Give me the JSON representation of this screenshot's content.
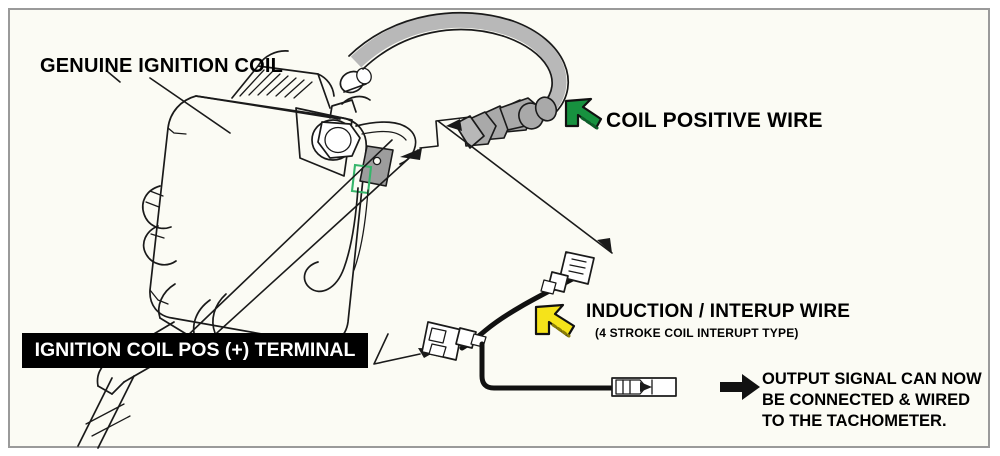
{
  "diagram": {
    "title": "Ignition coil tachometer wiring diagram",
    "background_color": "#fbfbf4",
    "border_color": "#9a9a9a",
    "labels": {
      "coil": "GENUINE IGNITION COIL",
      "positive_wire": "COIL POSITIVE WIRE",
      "induction_wire": "INDUCTION / INTERUP WIRE",
      "induction_sub": "(4 STROKE COIL INTERUPT TYPE)",
      "terminal_banner": "IGNITION COIL POS (+) TERMINAL",
      "output_line1": "OUTPUT SIGNAL CAN NOW",
      "output_line2": "BE CONNECTED & WIRED",
      "output_line3": "TO THE TACHOMETER."
    },
    "arrows": {
      "positive_wire_arrow_color": "#17913f",
      "induction_arrow_color": "#f5e31a",
      "output_arrow_color": "#000000"
    },
    "colors": {
      "ht_lead_grey": "#b8b8b8",
      "plug_cap_grey": "#a9a9a9",
      "terminal_tab_grey": "#9d9d9d",
      "highlight_green": "#35b56a",
      "line_black": "#1a1a1a",
      "banner_background": "#000000",
      "banner_text": "#ffffff"
    }
  }
}
